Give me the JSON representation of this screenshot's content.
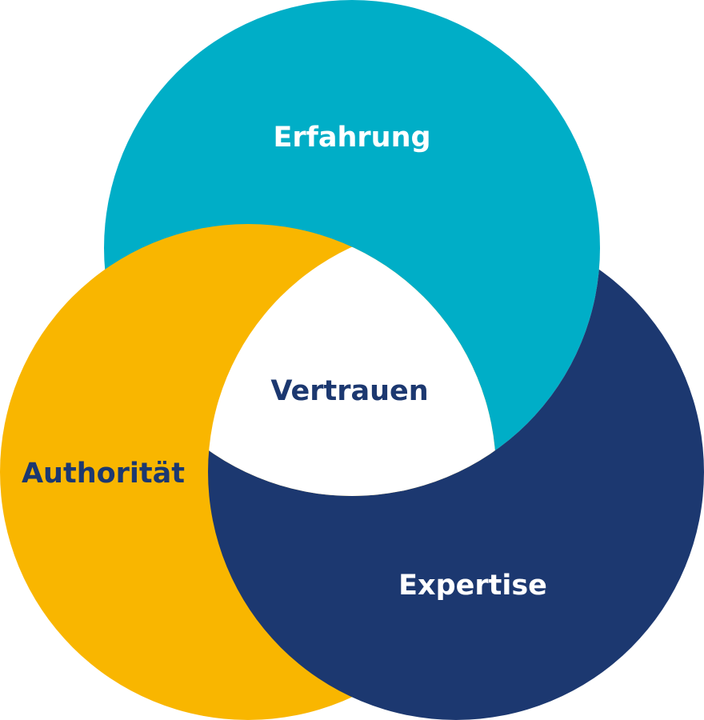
{
  "diagram": {
    "type": "venn",
    "sets": [
      {
        "label": "Erfahrung",
        "color": "#00AEC7",
        "text_color": "#ffffff"
      },
      {
        "label": "Authorität",
        "color": "#F9B600",
        "text_color": "#1C3870"
      },
      {
        "label": "Expertise",
        "color": "#1C3870",
        "text_color": "#ffffff"
      }
    ],
    "center": {
      "label": "Vertrauen",
      "color": "#ffffff",
      "text_color": "#1C3870"
    }
  }
}
